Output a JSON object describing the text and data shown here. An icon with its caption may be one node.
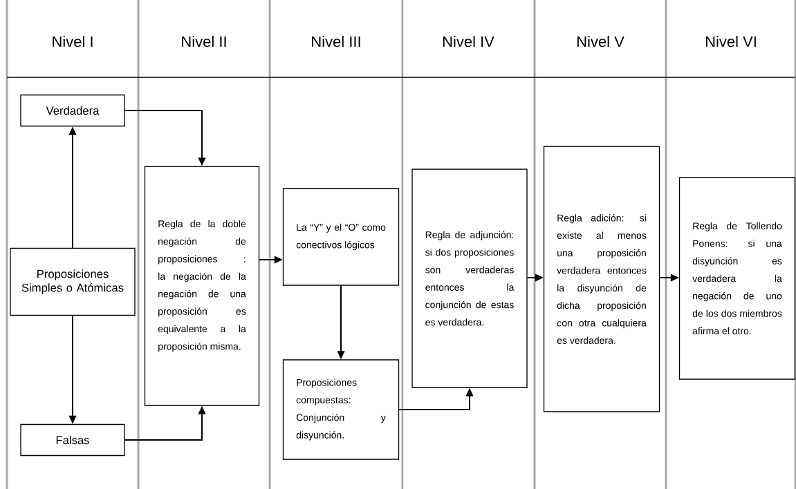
{
  "diagram": {
    "nodes": [
      {
        "text": [
          "Verdadera"
        ]
      },
      {
        "text": [
          "Proposiciones Simples o Atómicas"
        ]
      },
      {
        "text": [
          "Falsas"
        ]
      },
      {
        "text": [
          "Regla de la doble negación de proposiciones : la negación de la negación de una proposición es equivalente a la proposición misma."
        ]
      },
      {
        "text": [
          "La “Y” y el “O” como conectivos lógicos"
        ]
      },
      {
        "text": [
          "Proposiciones compuestas: Conjunción y disyunción."
        ]
      },
      {
        "text": [
          "Regla de adjunción: si dos proposiciones son verdaderas entonces la conjunción de estas es verdadera."
        ]
      },
      {
        "text": [
          "Regla adición: si existe al menos una proposición verdadera entonces la disyunción de dicha proposición con otra cualquiera es verdadera."
        ]
      },
      {
        "text": [
          "Regla de Tollendo Ponens: si una disyunción es verdadera la negación de uno de los dos miembros afirma el otro."
        ]
      }
    ],
    "edges": [
      {
        "from": 1,
        "to": 0,
        "arrow": "to"
      },
      {
        "from": 1,
        "to": 2,
        "arrow": "to"
      },
      {
        "from": 0,
        "to": 3,
        "arrow": "to"
      },
      {
        "from": 2,
        "to": 3,
        "arrow": "to"
      },
      {
        "from": 3,
        "to": 4,
        "arrow": "to"
      },
      {
        "from": 4,
        "to": 5,
        "arrow": "to"
      },
      {
        "from": 5,
        "to": 6,
        "arrow": "to"
      },
      {
        "from": 6,
        "to": 7,
        "arrow": "to"
      },
      {
        "from": 7,
        "to": 8,
        "arrow": "to"
      }
    ],
    "labels": [
      "Nivel I",
      "Nivel II",
      "Nivel III",
      "Nivel IV",
      "Nivel V",
      "Nivel VI"
    ]
  }
}
